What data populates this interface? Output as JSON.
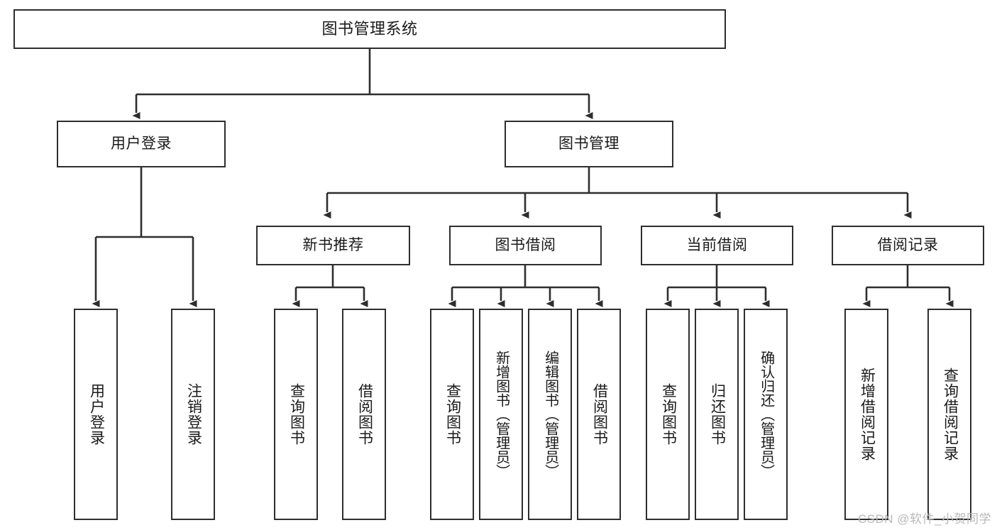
{
  "diagram": {
    "title": "图书管理系统",
    "type": "tree-hierarchy-diagram",
    "colors": {
      "box_border": "#2e2e2e",
      "box_fill": "#ffffff",
      "connector": "#2e2e2e",
      "text": "#1a1a1a",
      "watermark": "#b9b9b9",
      "background": "#ffffff"
    }
  },
  "nodes": {
    "root": {
      "label": "图书管理系统"
    },
    "level1": [
      {
        "label": "用户登录"
      },
      {
        "label": "图书管理"
      }
    ],
    "level2": [
      {
        "label": "新书推荐"
      },
      {
        "label": "图书借阅"
      },
      {
        "label": "当前借阅"
      },
      {
        "label": "借阅记录"
      }
    ],
    "leaves": {
      "user_login": [
        {
          "label": "用户登录"
        },
        {
          "label": "注销登录"
        }
      ],
      "new_book": [
        {
          "label": "查询图书"
        },
        {
          "label": "借阅图书"
        }
      ],
      "book_borrow": [
        {
          "label": "查询图书"
        },
        {
          "label": "新增图书（管理员）"
        },
        {
          "label": "编辑图书（管理员）"
        },
        {
          "label": "借阅图书"
        }
      ],
      "current_borrow": [
        {
          "label": "查询图书"
        },
        {
          "label": "归还图书"
        },
        {
          "label": "确认归还（管理员）"
        }
      ],
      "borrow_record": [
        {
          "label": "新增借阅记录"
        },
        {
          "label": "查询借阅记录"
        }
      ]
    }
  },
  "watermark": {
    "text": "CSDN @软件_小贺同学"
  }
}
